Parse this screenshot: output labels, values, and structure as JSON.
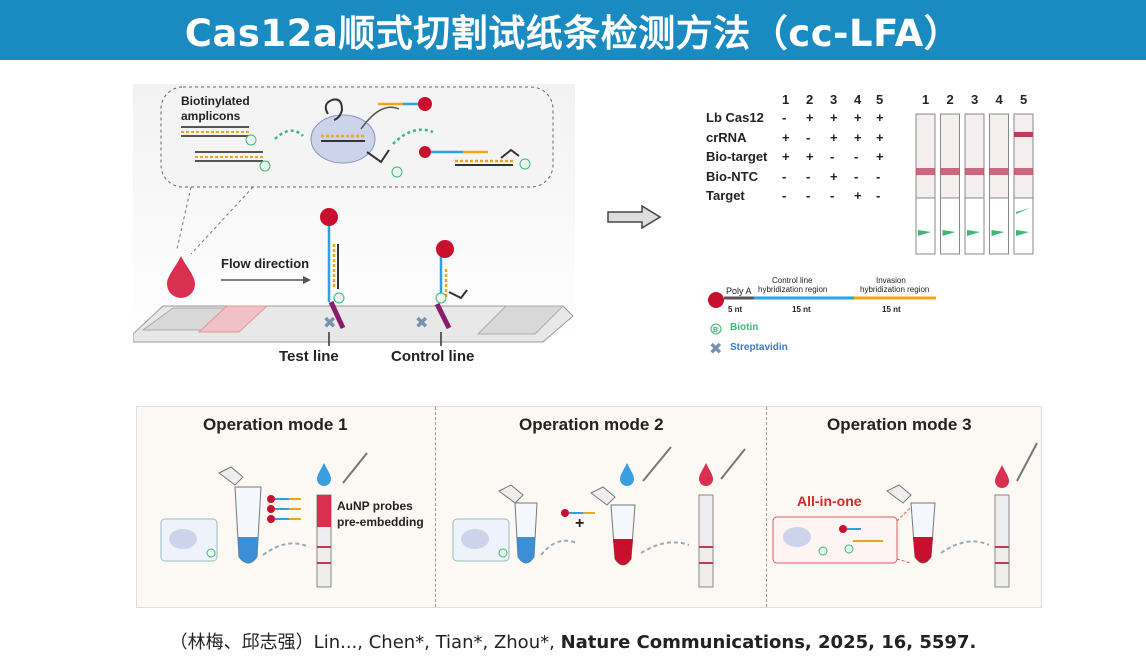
{
  "header": {
    "title": "Cas12a顺式切割试纸条检测方法（cc-LFA）"
  },
  "schematic": {
    "biotinylated_line1": "Biotinylated",
    "biotinylated_line2": "amplicons",
    "flow_direction": "Flow direction",
    "test_line": "Test line",
    "control_line": "Control line",
    "biotin_marker": "B"
  },
  "table": {
    "lane_numbers": [
      "1",
      "2",
      "3",
      "4",
      "5"
    ],
    "rows": [
      {
        "label": "Lb Cas12",
        "values": [
          "-",
          "+",
          "+",
          "+",
          "+"
        ]
      },
      {
        "label": "crRNA",
        "values": [
          "+",
          "-",
          "+",
          "+",
          "+"
        ]
      },
      {
        "label": "Bio-target",
        "values": [
          "+",
          "+",
          "-",
          "-",
          "+"
        ]
      },
      {
        "label": "Bio-NTC",
        "values": [
          "-",
          "-",
          "+",
          "-",
          "-"
        ]
      },
      {
        "label": "Target",
        "values": [
          "-",
          "-",
          "-",
          "+",
          "-"
        ]
      }
    ]
  },
  "strips": {
    "lane_numbers": [
      "1",
      "2",
      "3",
      "4",
      "5"
    ]
  },
  "probe": {
    "poly_a": "Poly A",
    "poly_a_len": "5 nt",
    "control_region_line1": "Control line",
    "control_region_line2": "hybridization region",
    "control_len": "15 nt",
    "invasion_line1": "Invasion",
    "invasion_line2": "hybridization region",
    "invasion_len": "15 nt",
    "legend_biotin": "Biotin",
    "legend_streptavidin": "Streptavidin"
  },
  "modes": {
    "mode1_title": "Operation mode 1",
    "mode2_title": "Operation mode 2",
    "mode3_title": "Operation mode 3",
    "aunp_line1": "AuNP probes",
    "aunp_line2": "pre-embedding",
    "all_in_one": "All-in-one",
    "plus": "+"
  },
  "citation": {
    "authors": "（林梅、邱志强）Lin..., Chen*, Tian*, Zhou*, ",
    "journal": "Nature Communications, 2025, 16, 5597."
  },
  "colors": {
    "header_bg": "#1a8bc0",
    "red_drop": "#d9304f",
    "probe_blue": "#2aa3df",
    "probe_orange": "#f2a516",
    "biotin_green": "#3cb878",
    "strip_line": "#c0395a"
  }
}
